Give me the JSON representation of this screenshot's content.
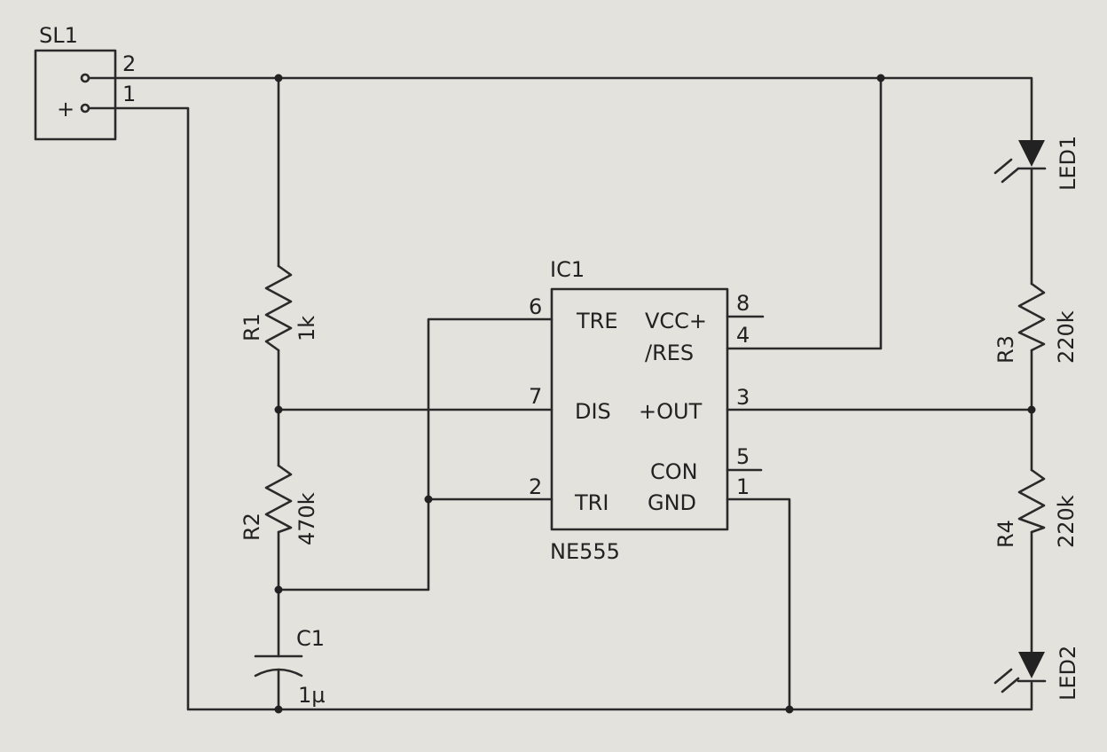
{
  "connector": {
    "ref": "SL1",
    "pin2": "2",
    "pin1": "1",
    "polarity": "+"
  },
  "ic": {
    "ref": "IC1",
    "part": "NE555",
    "pins": {
      "p6": {
        "num": "6",
        "name": "TRE"
      },
      "p7": {
        "num": "7",
        "name": "DIS"
      },
      "p2": {
        "num": "2",
        "name": "TRI"
      },
      "p8": {
        "num": "8",
        "name": "VCC+"
      },
      "p4": {
        "num": "4",
        "name": "/RES"
      },
      "p3": {
        "num": "3",
        "name": "+OUT"
      },
      "p5": {
        "num": "5",
        "name": "CON"
      },
      "p1": {
        "num": "1",
        "name": "GND"
      }
    }
  },
  "r1": {
    "ref": "R1",
    "value": "1k"
  },
  "r2": {
    "ref": "R2",
    "value": "470k"
  },
  "r3": {
    "ref": "R3",
    "value": "220k"
  },
  "r4": {
    "ref": "R4",
    "value": "220k"
  },
  "c1": {
    "ref": "C1",
    "value": "1µ"
  },
  "led1": {
    "ref": "LED1"
  },
  "led2": {
    "ref": "LED2"
  }
}
